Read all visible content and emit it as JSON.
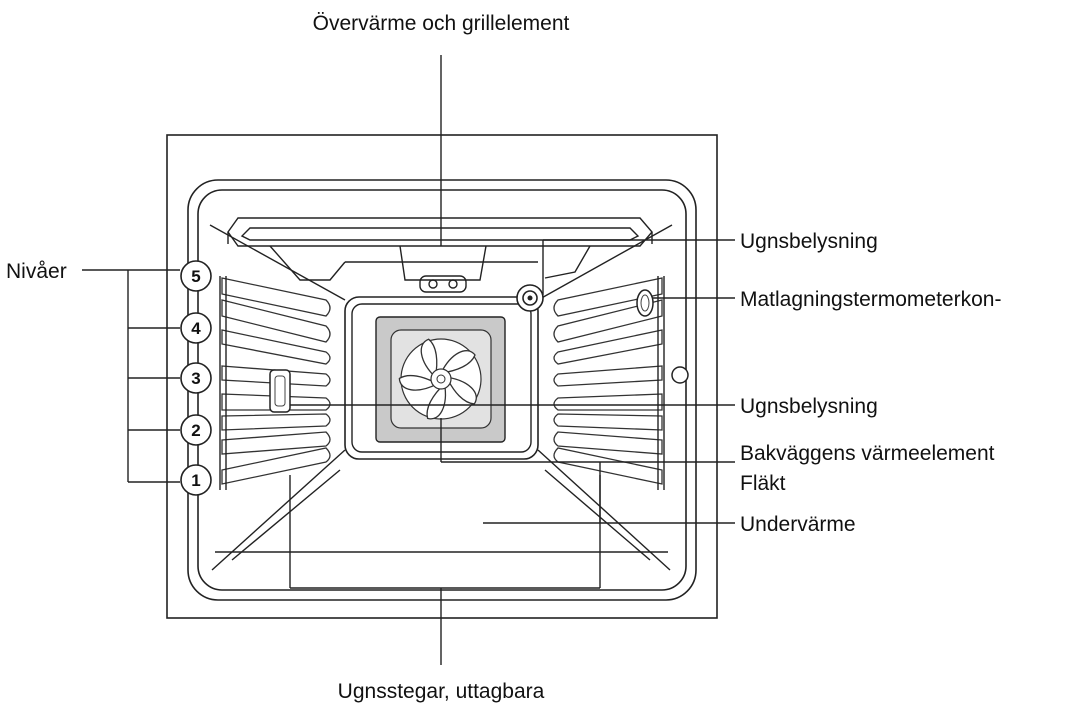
{
  "diagram": {
    "labels": {
      "top_heating": "Övervärme och grillelement",
      "lamp_top": "Ugnsbelysning",
      "thermometer_socket": "Matlagningstermometerkon-",
      "levels": "Nivåer",
      "lamp_side": "Ugnsbelysning",
      "rear_heating": "Bakväggens värmeelement",
      "fan": "Fläkt",
      "bottom_heating": "Undervärme",
      "racks": "Ugnsstegar, uttagbara"
    },
    "level_numbers": [
      "5",
      "4",
      "3",
      "2",
      "1"
    ],
    "colors": {
      "line": "#222222",
      "fan_panel": "#c9c9c9",
      "fan_inner": "#e2e2e2",
      "rear_wall": "#f4f4f4"
    }
  }
}
